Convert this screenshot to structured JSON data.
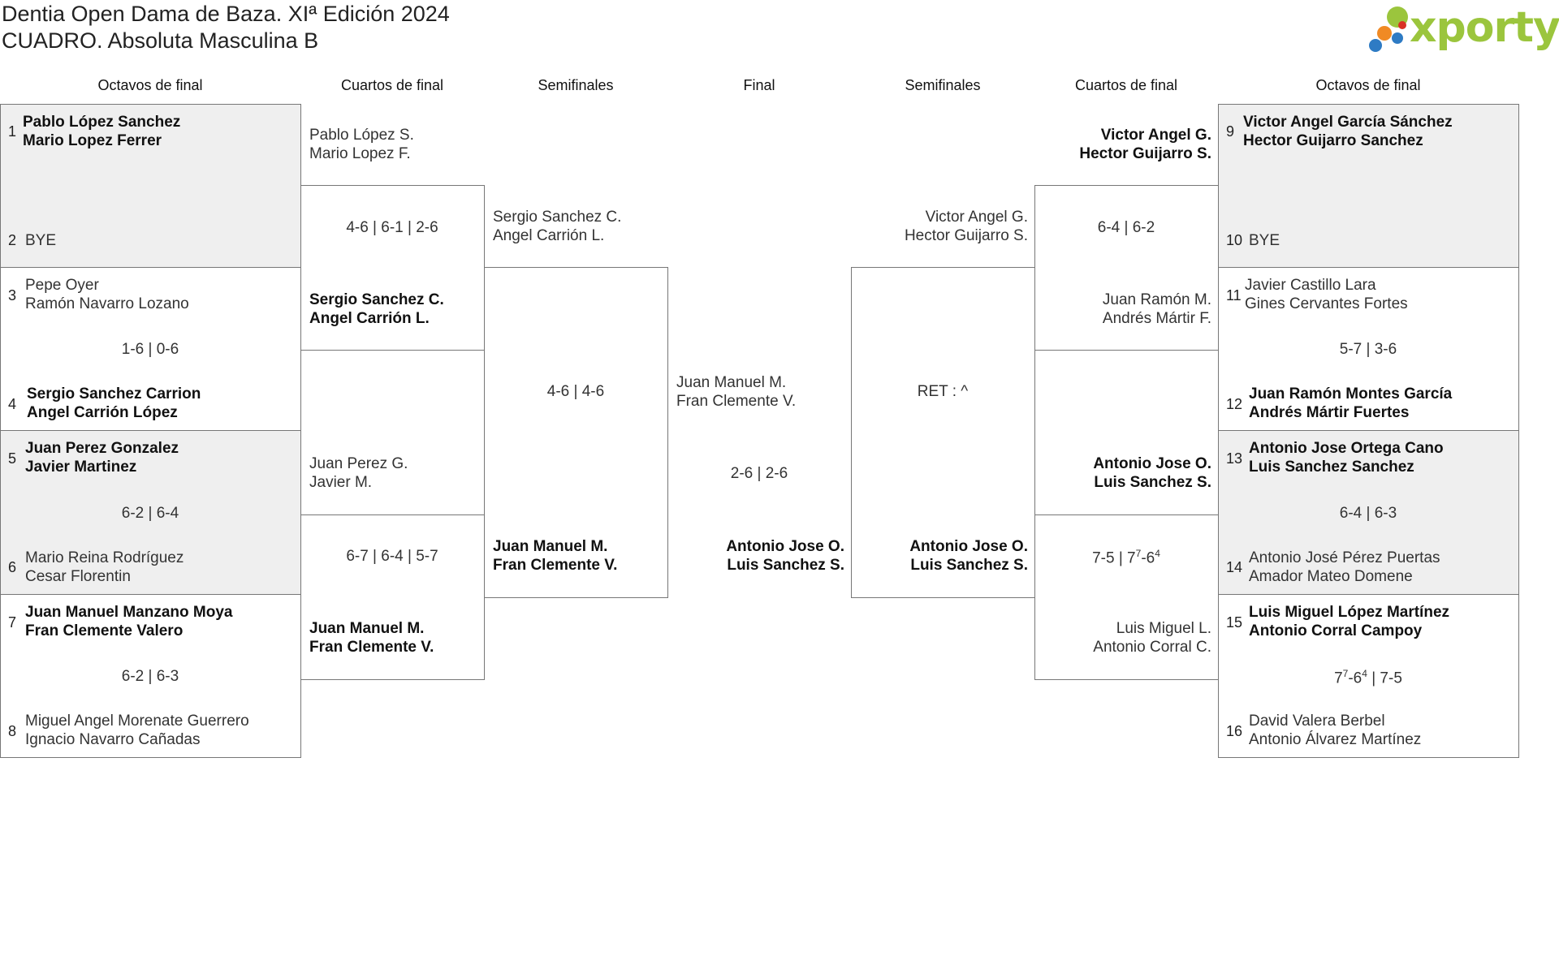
{
  "header": {
    "title_line1": "Dentia Open Dama de Baza. XIª Edición 2024",
    "title_line2": "CUADRO. Absoluta Masculina B",
    "logo_text": "xporty",
    "logo_colors": [
      "#2e7bc4",
      "#f08a24",
      "#9bc53d",
      "#d93025"
    ]
  },
  "rounds": {
    "r16_left": "Octavos de final",
    "qf_left": "Cuartos de final",
    "sf_left": "Semifinales",
    "final": "Final",
    "sf_right": "Semifinales",
    "qf_right": "Cuartos de final",
    "r16_right": "Octavos de final"
  },
  "r16": [
    {
      "seed": "1",
      "p1": "Pablo López Sanchez",
      "p2": "Mario Lopez Ferrer"
    },
    {
      "seed": "2",
      "p1": "BYE",
      "p2": ""
    },
    {
      "seed": "3",
      "p1": "Pepe Oyer",
      "p2": "Ramón Navarro Lozano"
    },
    {
      "seed": "4",
      "p1": "Sergio Sanchez Carrion",
      "p2": "Angel Carrión López"
    },
    {
      "seed": "5",
      "p1": "Juan Perez Gonzalez",
      "p2": "Javier Martinez"
    },
    {
      "seed": "6",
      "p1": "Mario Reina Rodríguez",
      "p2": "Cesar Florentin"
    },
    {
      "seed": "7",
      "p1": "Juan Manuel Manzano Moya",
      "p2": "Fran Clemente Valero"
    },
    {
      "seed": "8",
      "p1": "Miguel Angel Morenate Guerrero",
      "p2": "Ignacio Navarro Cañadas"
    },
    {
      "seed": "9",
      "p1": "Victor Angel García Sánchez",
      "p2": "Hector Guijarro Sanchez"
    },
    {
      "seed": "10",
      "p1": "BYE",
      "p2": ""
    },
    {
      "seed": "11",
      "p1": "Javier Castillo Lara",
      "p2": "Gines Cervantes Fortes"
    },
    {
      "seed": "12",
      "p1": "Juan Ramón Montes García",
      "p2": "Andrés Mártir Fuertes"
    },
    {
      "seed": "13",
      "p1": "Antonio Jose Ortega Cano",
      "p2": "Luis Sanchez Sanchez"
    },
    {
      "seed": "14",
      "p1": "Antonio José Pérez Puertas",
      "p2": "Amador Mateo Domene"
    },
    {
      "seed": "15",
      "p1": "Luis Miguel López Martínez",
      "p2": "Antonio Corral Campoy"
    },
    {
      "seed": "16",
      "p1": "David Valera Berbel",
      "p2": "Antonio Álvarez Martínez"
    }
  ],
  "r16_scores": [
    "1-6 | 0-6",
    "6-2 | 6-4",
    "6-2 | 6-3",
    "5-7 | 3-6",
    "6-4 | 6-3",
    "7-6 | 7-5"
  ],
  "r16_score_last_tiebreak": {
    "a": "7",
    "a_sup": "7",
    "b": "6",
    "b_sup": "4",
    "rest": " | 7-5"
  },
  "qf": [
    {
      "p1": "Pablo López S.",
      "p2": "Mario Lopez F."
    },
    {
      "p1": "Sergio Sanchez C.",
      "p2": "Angel Carrión L."
    },
    {
      "p1": "Juan Perez G.",
      "p2": "Javier M."
    },
    {
      "p1": "Juan Manuel M.",
      "p2": "Fran Clemente V."
    },
    {
      "p1": "Victor Angel G.",
      "p2": "Hector Guijarro S."
    },
    {
      "p1": "Juan Ramón M.",
      "p2": "Andrés Mártir F."
    },
    {
      "p1": "Antonio Jose O.",
      "p2": "Luis Sanchez S."
    },
    {
      "p1": "Luis Miguel L.",
      "p2": "Antonio Corral C."
    }
  ],
  "qf_scores": [
    "4-6 | 6-1 | 2-6",
    "6-7 | 6-4 | 5-7",
    "6-4 | 6-2"
  ],
  "qf_score_tiebreak": {
    "a": "7-5 | 7",
    "a_sup": "7",
    "b": "-6",
    "b_sup": "4"
  },
  "sf": [
    {
      "p1": "Sergio Sanchez C.",
      "p2": "Angel Carrión L."
    },
    {
      "p1": "Juan Manuel M.",
      "p2": "Fran Clemente V."
    },
    {
      "p1": "Victor Angel G.",
      "p2": "Hector Guijarro S."
    },
    {
      "p1": "Antonio Jose O.",
      "p2": "Luis Sanchez S."
    }
  ],
  "sf_scores": [
    "4-6 | 4-6",
    "RET : ^"
  ],
  "final": [
    {
      "p1": "Juan Manuel M.",
      "p2": "Fran Clemente V."
    },
    {
      "p1": "Antonio Jose O.",
      "p2": "Luis Sanchez S."
    }
  ],
  "final_score": "2-6 | 2-6"
}
